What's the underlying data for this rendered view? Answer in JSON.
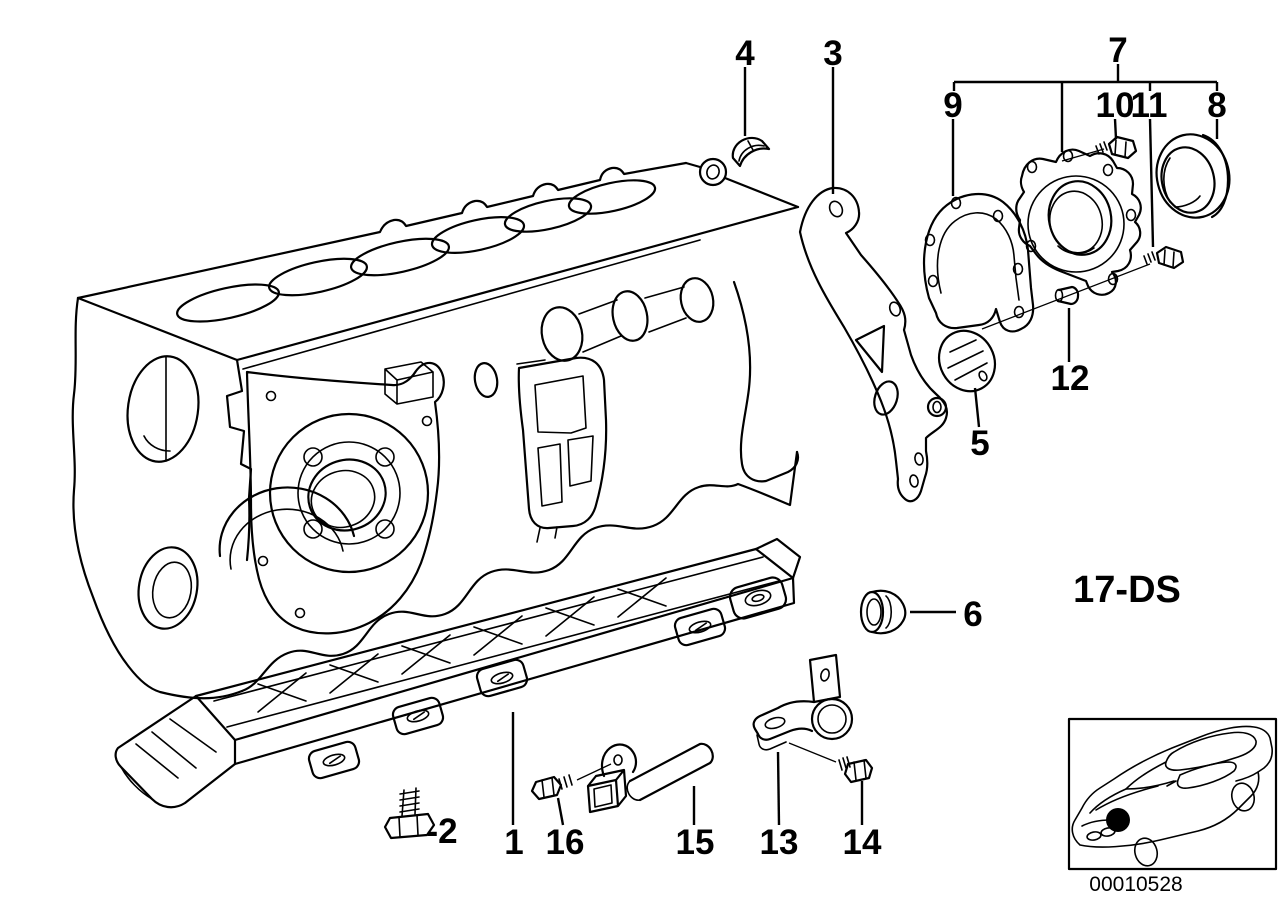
{
  "colors": {
    "background": "#ffffff",
    "line": "#000000",
    "marker": "#000000"
  },
  "section_code": "17-DS",
  "image_number": "00010528",
  "callouts": {
    "p1": {
      "label": "1"
    },
    "p2": {
      "label": "-2"
    },
    "p3": {
      "label": "3"
    },
    "p4": {
      "label": "4"
    },
    "p5": {
      "label": "5"
    },
    "p6": {
      "label": "6"
    },
    "p7": {
      "label": "7"
    },
    "p8": {
      "label": "8"
    },
    "p9": {
      "label": "9"
    },
    "p10": {
      "label": "10"
    },
    "p11": {
      "label": "11"
    },
    "p12": {
      "label": "12"
    },
    "p13": {
      "label": "13"
    },
    "p14": {
      "label": "14"
    },
    "p15": {
      "label": "15"
    },
    "p16": {
      "label": "16"
    }
  }
}
